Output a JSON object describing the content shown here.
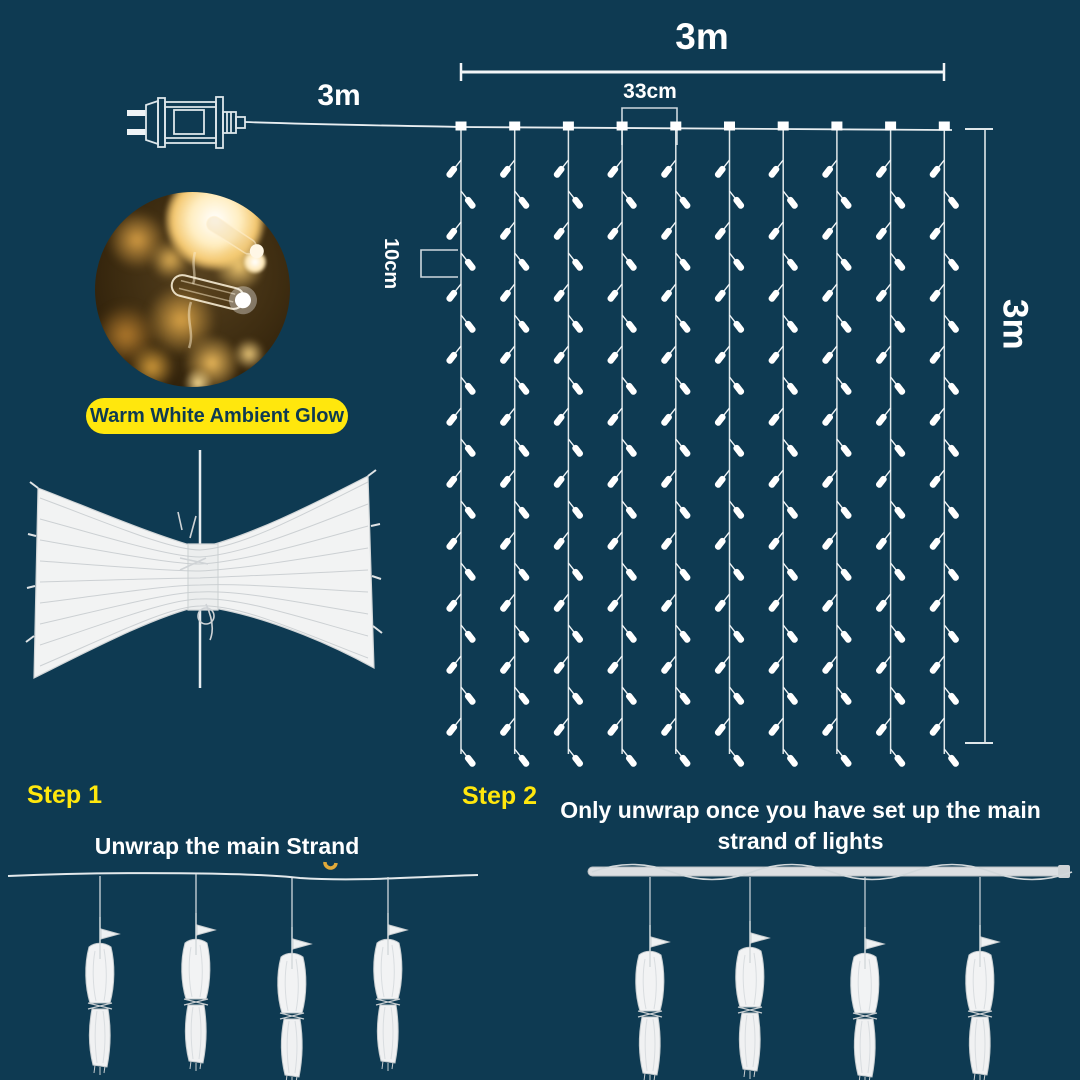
{
  "page": {
    "background_color": "#0e3a52"
  },
  "colors": {
    "accent_yellow": "#ffe70d",
    "wire_white": "#e8eef1",
    "badge_text": "#0e3a52",
    "warm_glow": "#f2c879"
  },
  "diagram": {
    "top_width_label": "3m",
    "lead_length_label": "3m",
    "strand_spacing_label": "33cm",
    "light_spacing_label": "10cm",
    "drop_height_label": "3m",
    "strand_count": 10,
    "lights_per_strand": 20
  },
  "feature": {
    "badge_label": "Warm White Ambient Glow"
  },
  "steps": [
    {
      "label": "Step 1",
      "description": "Unwrap the main Strand"
    },
    {
      "label": "Step 2",
      "description": "Only unwrap once you have set up the main strand of lights"
    }
  ]
}
